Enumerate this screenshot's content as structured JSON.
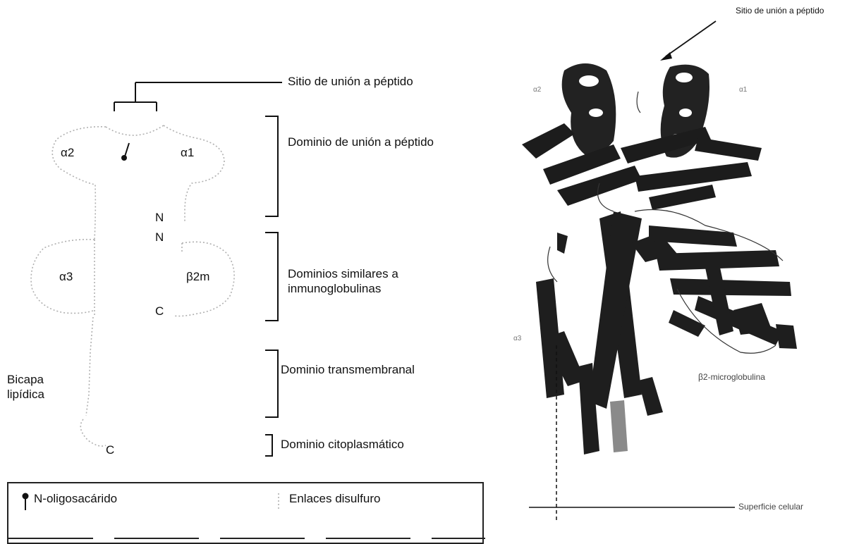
{
  "diagram": {
    "left_panel": {
      "top_label": "Sitio de unión a péptido",
      "domain_labels": {
        "alpha2": "α2",
        "alpha1": "α1",
        "alpha3": "α3",
        "beta2m": "β2m",
        "n1": "N",
        "n2": "N",
        "c_beta": "C",
        "c_tail": "C",
        "bilayer": "Bicapa lipídica"
      },
      "brackets": [
        {
          "label": "Dominio de unión a péptido"
        },
        {
          "label": "Dominios similares a inmunoglobulinas"
        },
        {
          "label": "Dominio transmembranal"
        },
        {
          "label": "Dominio citoplasmático"
        }
      ],
      "legend": {
        "oligosaccharide": "N-oligosacárido",
        "disulfide": "Enlaces disulfuro"
      }
    },
    "right_panel": {
      "top_label": "Sitio de unión a péptido",
      "alpha2_tag": "α2",
      "alpha1_tag": "α1",
      "alpha3_tag": "α3",
      "b2m_label": "β2-microglobulina",
      "surface_label": "Superficie celular"
    }
  }
}
